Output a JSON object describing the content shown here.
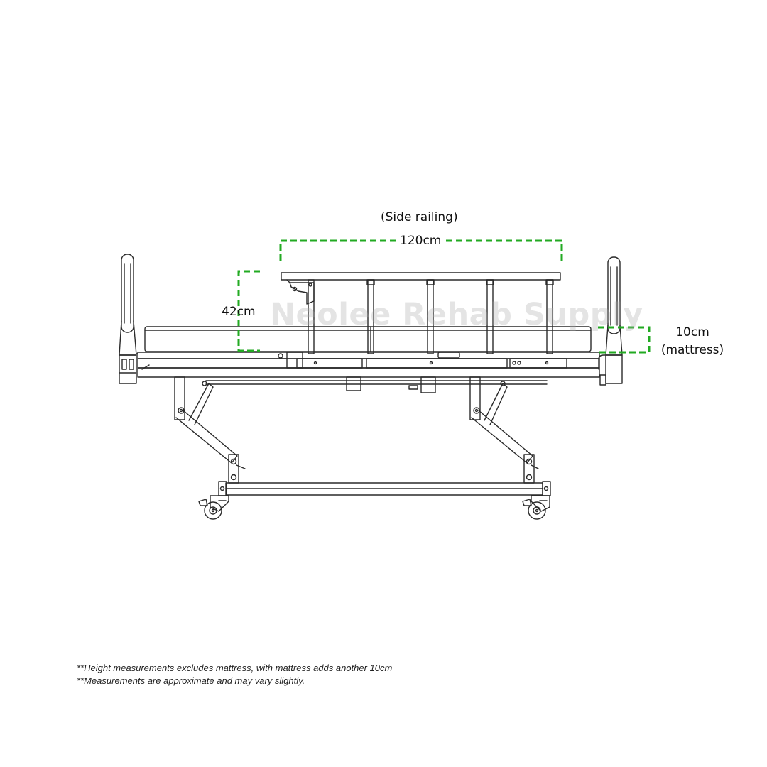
{
  "labels": {
    "side_railing": "(Side railing)",
    "railing_length": "120cm",
    "railing_height": "42cm",
    "mattress_thickness": "10cm",
    "mattress_caption": "(mattress)"
  },
  "watermark": "Neolee Rehab Supply",
  "notes": [
    "**Height measurements excludes mattress, with mattress adds another 10cm",
    "**Measurements are approximate and may vary slightly."
  ],
  "colors": {
    "line": "#2a2a2a",
    "dimension": "#22aa22",
    "background": "#ffffff"
  }
}
